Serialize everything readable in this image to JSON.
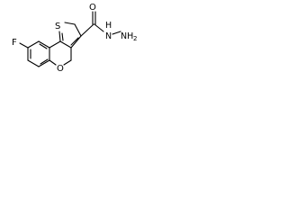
{
  "structure": {
    "atom_labels": {
      "fluorine": "F",
      "sulfur": "S",
      "ring_oxygen": "O",
      "carbonyl_oxygen": "O",
      "amide_nitrogen": "N",
      "amide_hydrogen": "H",
      "hydrazine_nitrogen": "NH",
      "hydrazine_subscript": "2"
    }
  }
}
